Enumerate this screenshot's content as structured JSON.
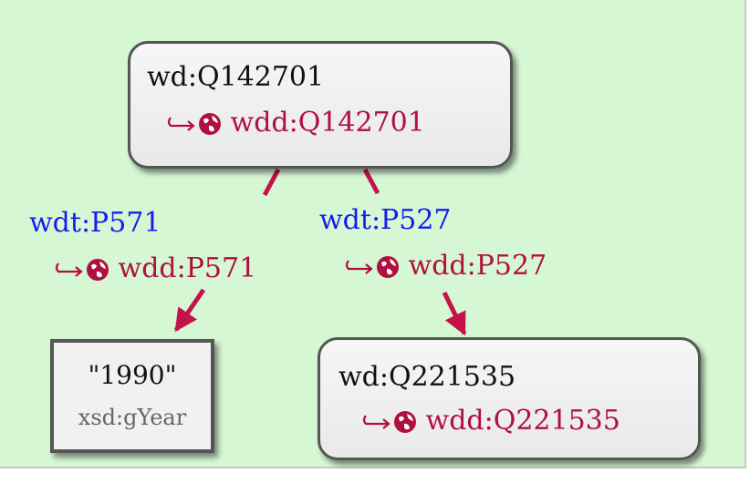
{
  "nodes": {
    "top": {
      "id": "wd:Q142701",
      "alt": "wdd:Q142701"
    },
    "right": {
      "id": "wd:Q221535",
      "alt": "wdd:Q221535"
    },
    "literal": {
      "value": "\"1990\"",
      "type": "xsd:gYear"
    }
  },
  "edges": {
    "left": {
      "prop": "wdt:P571",
      "alt": "wdd:P571"
    },
    "right": {
      "prop": "wdt:P527",
      "alt": "wdd:P527"
    }
  },
  "colors": {
    "background": "#d6f7d3",
    "edge": "#c4124a",
    "property": "#1a1aee",
    "alt_link": "#b0103f"
  },
  "icons": [
    "hook-arrow-icon",
    "globe-icon"
  ]
}
